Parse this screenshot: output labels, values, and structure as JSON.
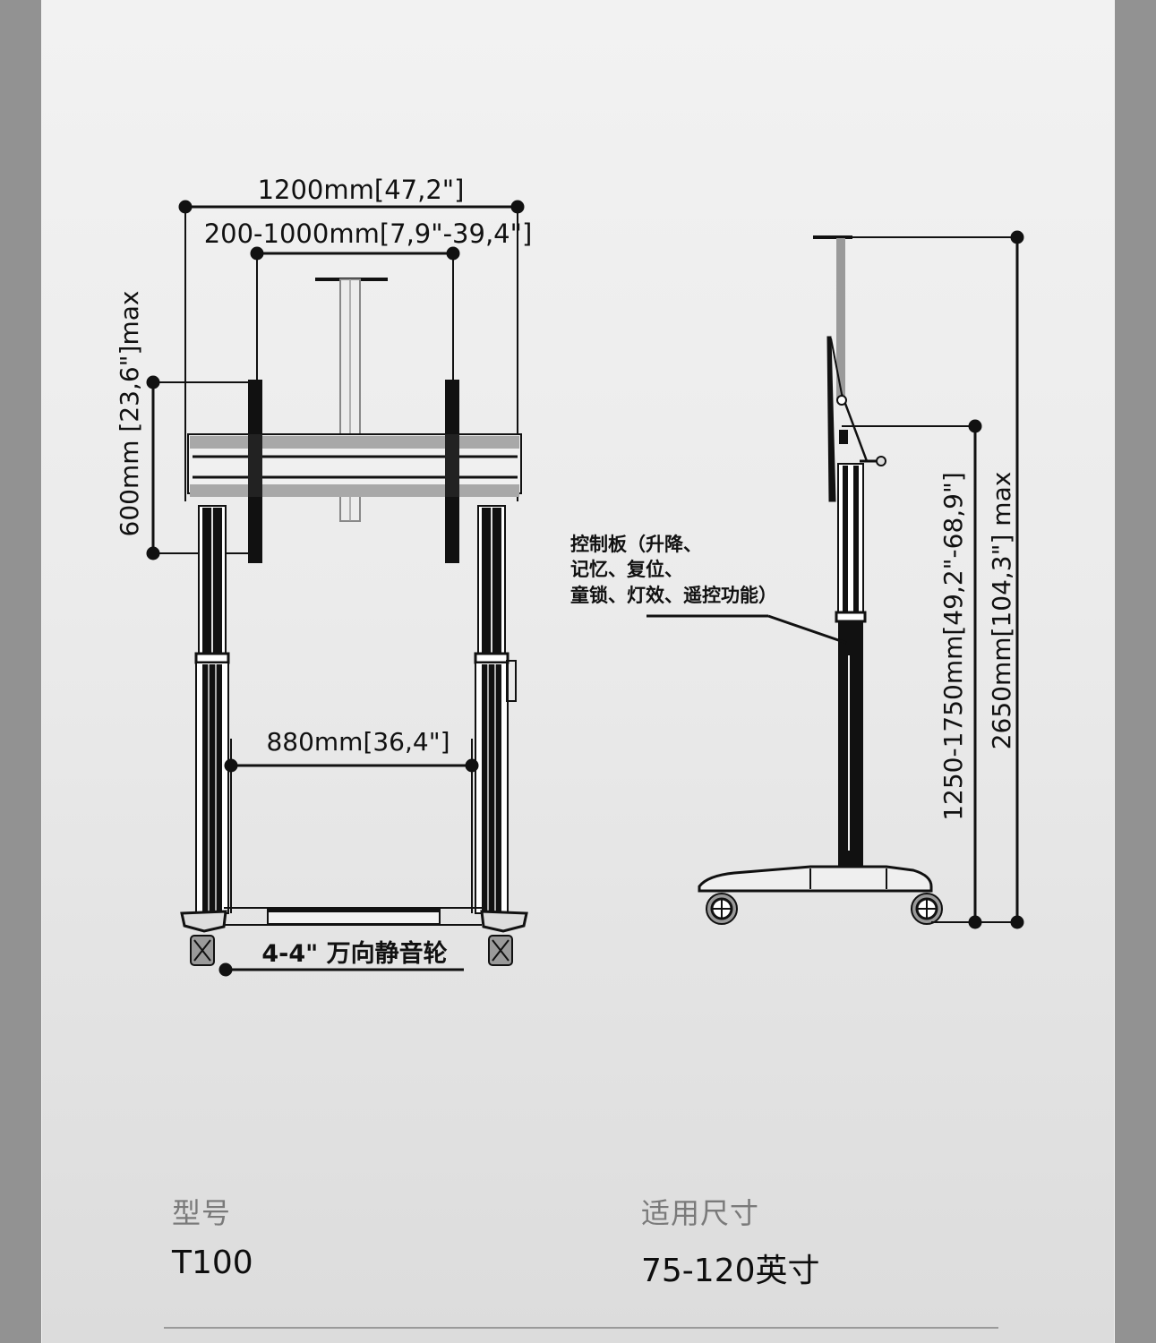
{
  "front_view": {
    "dim_overall_width": "1200mm[47,2\"]",
    "dim_vesa_width": "200-1000mm[7,9\"-39,4\"]",
    "dim_vesa_height": "600mm [23,6\"]max",
    "dim_column_spacing": "880mm[36,4\"]",
    "caster_label": "4-4\" 万向静音轮"
  },
  "side_view": {
    "control_panel_label": {
      "line1": "控制板（升降、",
      "line2": "记忆、复位、",
      "line3": "童锁、灯效、遥控功能）"
    },
    "dim_height_range": "1250-1750mm[49,2\"-68,9\"]",
    "dim_max_height": "2650mm[104,3\"] max"
  },
  "specs": {
    "model": {
      "label": "型号",
      "value": "T100"
    },
    "size": {
      "label": "适用尺寸",
      "value": "75-120英寸"
    }
  },
  "colors": {
    "side_bar": "#929292",
    "background": "#f2f2f2",
    "line": "#111111",
    "label_gray": "#7a7a7a"
  }
}
